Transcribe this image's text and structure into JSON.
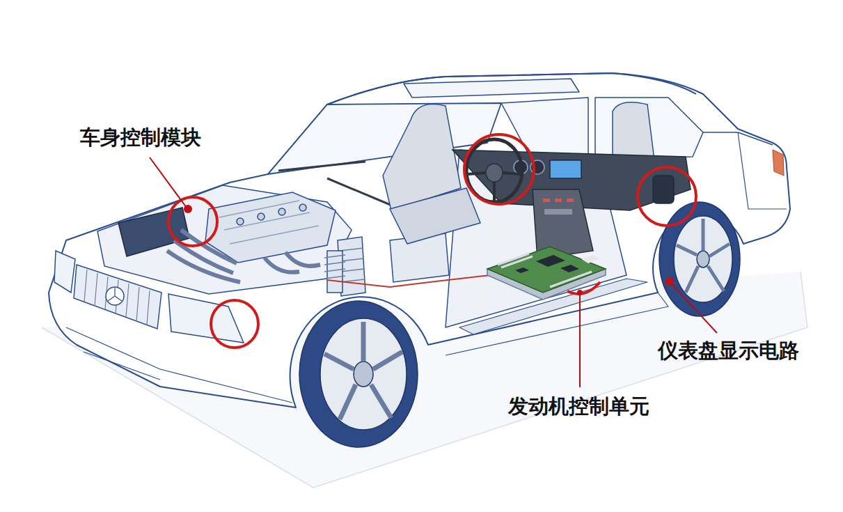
{
  "diagram": {
    "labels": [
      "车身控制模块",
      "仪表盘显示电路",
      "发动机控制单元"
    ]
  }
}
